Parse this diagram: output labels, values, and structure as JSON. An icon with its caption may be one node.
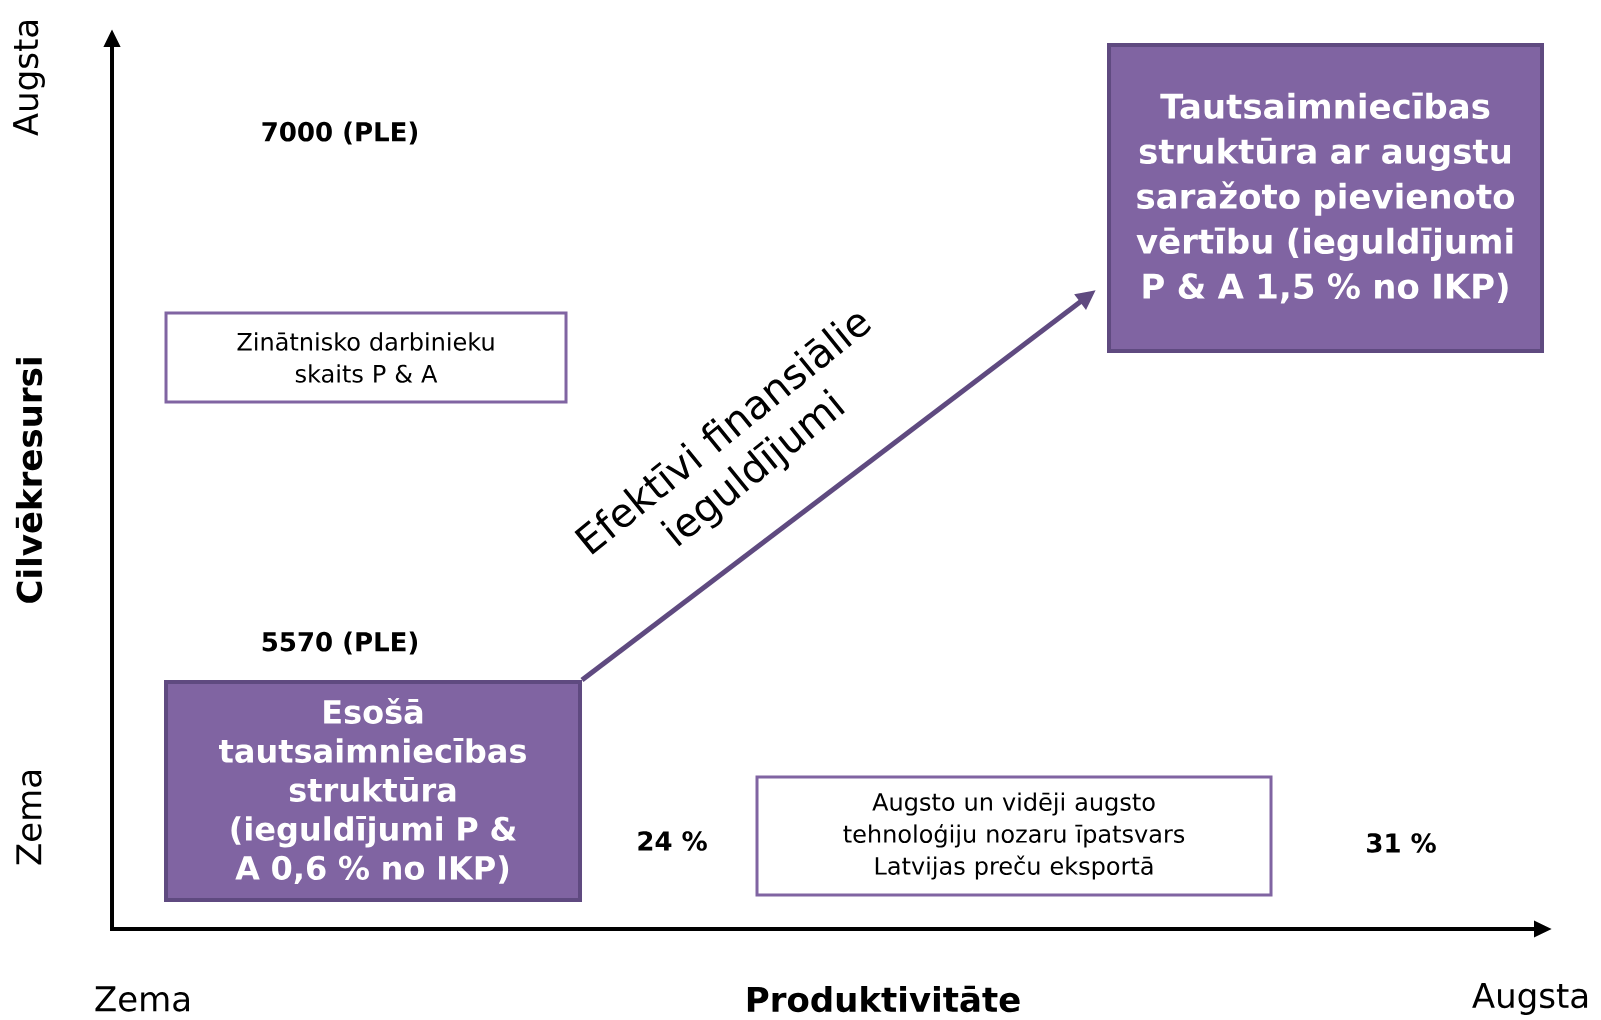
{
  "diagram": {
    "nodes": [
      {
        "text": [
          "Tautsaimniecības struktūra ar augstu saražoto pievienoto vērtību (ieguldījumi P & A 1,5 % no IKP)"
        ]
      },
      {
        "text": [
          "Zinātnisko darbinieku skaits P & A"
        ]
      },
      {
        "text": [
          "Esošā tautsaimniecības struktūra (ieguldījumi P & A 0,6 % no IKP)"
        ]
      },
      {
        "text": [
          "Augsto un vidēji augsto tehnoloģiju nozaru īpatsvars Latvijas preču eksportā"
        ]
      }
    ],
    "edges": [
      {
        "from": 2,
        "to": 0,
        "arrow": "to",
        "label": "Efektīvi finansiālie ieguldījumi"
      }
    ],
    "labels": [
      "Augsta",
      "7000 (PLE)",
      "Cilvēkresursi",
      "5570 (PLE)",
      "Zema",
      "24 %",
      "31 %",
      "Zema",
      "Produktivitāte",
      "Augsta"
    ]
  }
}
